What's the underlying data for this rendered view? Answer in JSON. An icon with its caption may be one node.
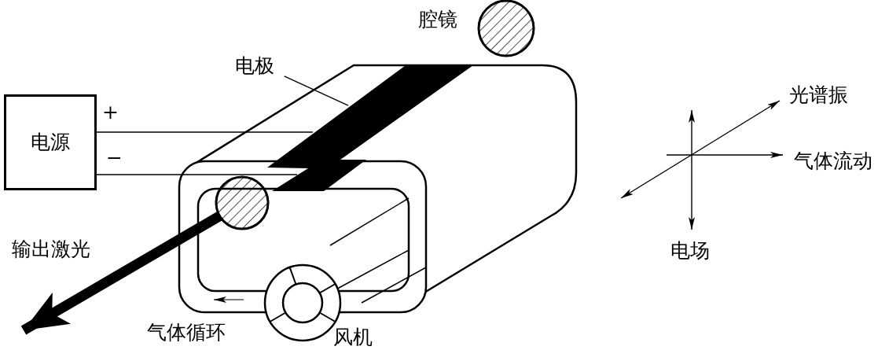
{
  "diagram": {
    "nodes": [
      {
        "text": [
          "电源"
        ]
      },
      {
        "text": [
          "电极"
        ]
      },
      {
        "text": [],
        "shape": "bar"
      },
      {
        "text": [],
        "shape": "circle"
      }
    ],
    "edges": [
      {
        "from": 0,
        "to": 2,
        "arrow": "none"
      },
      {
        "from": 0,
        "to": 2,
        "arrow": "none"
      },
      {
        "from": 1,
        "to": 2,
        "arrow": "none"
      },
      {
        "from": 3,
        "to": null,
        "arrow": "to",
        "style": "thick"
      }
    ],
    "labels": [
      "腔镜",
      "+",
      "−",
      "光谱振",
      "气体流动",
      "输出激光",
      "电场",
      "气体循环",
      "风机"
    ]
  }
}
